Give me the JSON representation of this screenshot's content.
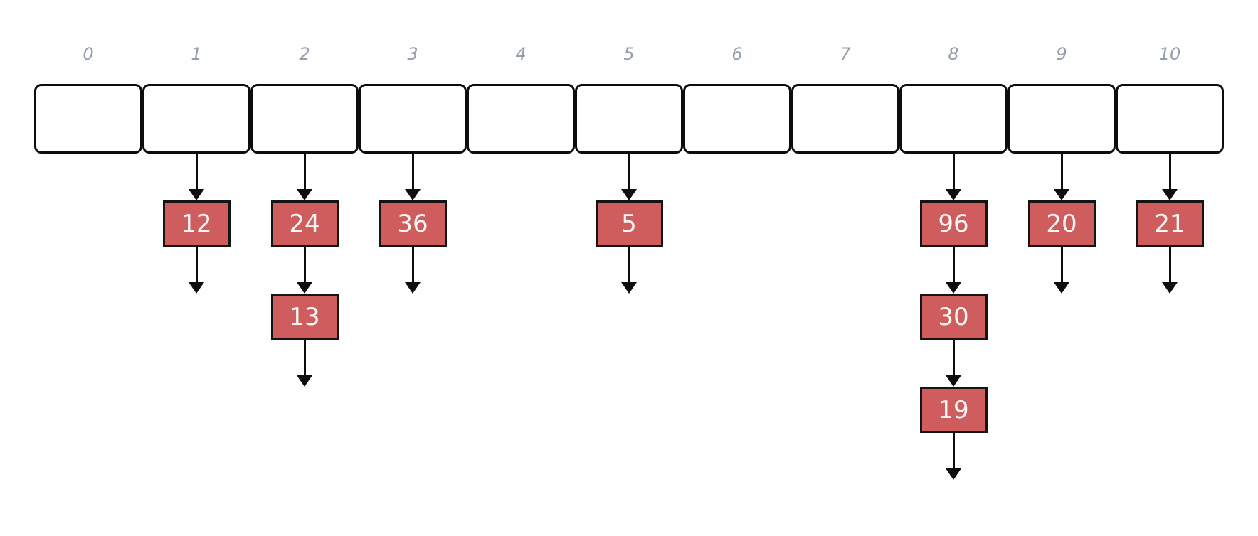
{
  "diagram": {
    "kind": "hash-table-separate-chaining",
    "bucket_count": 11,
    "buckets": [
      {
        "index": "0",
        "chain": []
      },
      {
        "index": "1",
        "chain": [
          "12"
        ]
      },
      {
        "index": "2",
        "chain": [
          "24",
          "13"
        ]
      },
      {
        "index": "3",
        "chain": [
          "36"
        ]
      },
      {
        "index": "4",
        "chain": []
      },
      {
        "index": "5",
        "chain": [
          "5"
        ]
      },
      {
        "index": "6",
        "chain": []
      },
      {
        "index": "7",
        "chain": []
      },
      {
        "index": "8",
        "chain": [
          "96",
          "30",
          "19"
        ]
      },
      {
        "index": "9",
        "chain": [
          "20"
        ]
      },
      {
        "index": "10",
        "chain": [
          "21"
        ]
      }
    ],
    "colors": {
      "background": "#ffffff",
      "bucket_fill": "#ffffff",
      "bucket_border": "#0d0d0d",
      "index_label": "#959dac",
      "node_fill": "#d05d5d",
      "node_border": "#141414",
      "node_text": "#fbf8f6",
      "arrow": "#0d0d0d"
    }
  }
}
